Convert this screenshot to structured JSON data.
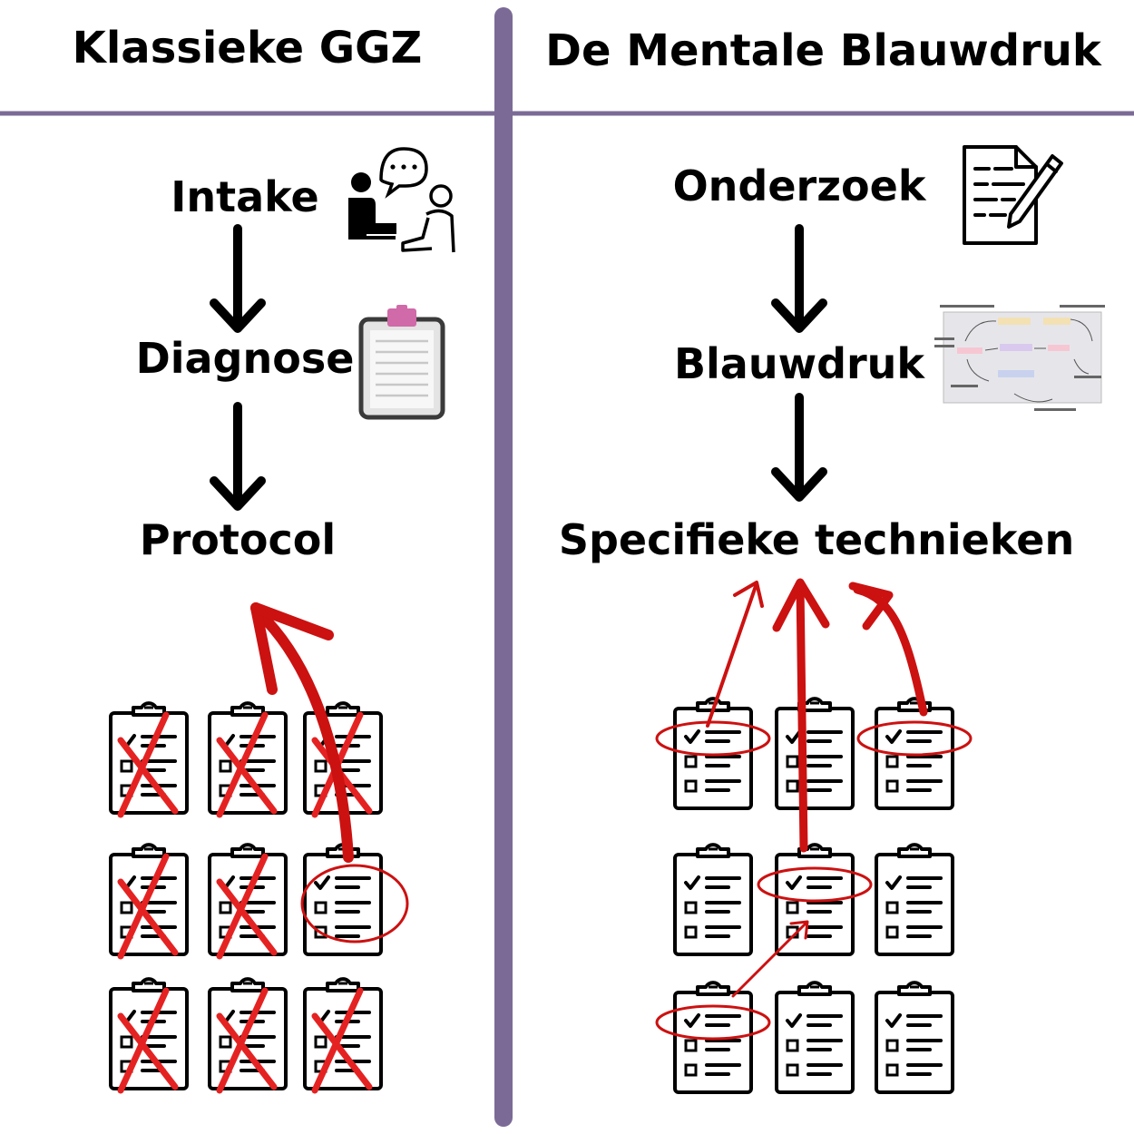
{
  "colors": {
    "divider": "#7b6a96",
    "accent_red": "#cc1111",
    "cross_red": "#e52222",
    "clipboard_clip": "#d06aa8"
  },
  "left": {
    "title": "Klassieke GGZ",
    "steps": [
      "Intake",
      "Diagnose",
      "Protocol"
    ],
    "icons": [
      "conversation-icon",
      "clipboard-icon"
    ],
    "protocol_grid": {
      "rows": 3,
      "cols": 3,
      "selected": [
        [
          1,
          2
        ]
      ],
      "crossed": [
        [
          0,
          0
        ],
        [
          0,
          1
        ],
        [
          0,
          2
        ],
        [
          1,
          0
        ],
        [
          1,
          1
        ],
        [
          2,
          0
        ],
        [
          2,
          1
        ],
        [
          2,
          2
        ]
      ]
    }
  },
  "right": {
    "title": "De Mentale Blauwdruk",
    "steps": [
      "Onderzoek",
      "Blauwdruk",
      "Specifieke technieken"
    ],
    "icons": [
      "document-pen-icon",
      "blueprint-map-thumbnail"
    ],
    "technique_grid": {
      "rows": 3,
      "cols": 3,
      "selected": [
        [
          0,
          0
        ],
        [
          0,
          2
        ],
        [
          1,
          1
        ],
        [
          2,
          0
        ]
      ]
    }
  }
}
